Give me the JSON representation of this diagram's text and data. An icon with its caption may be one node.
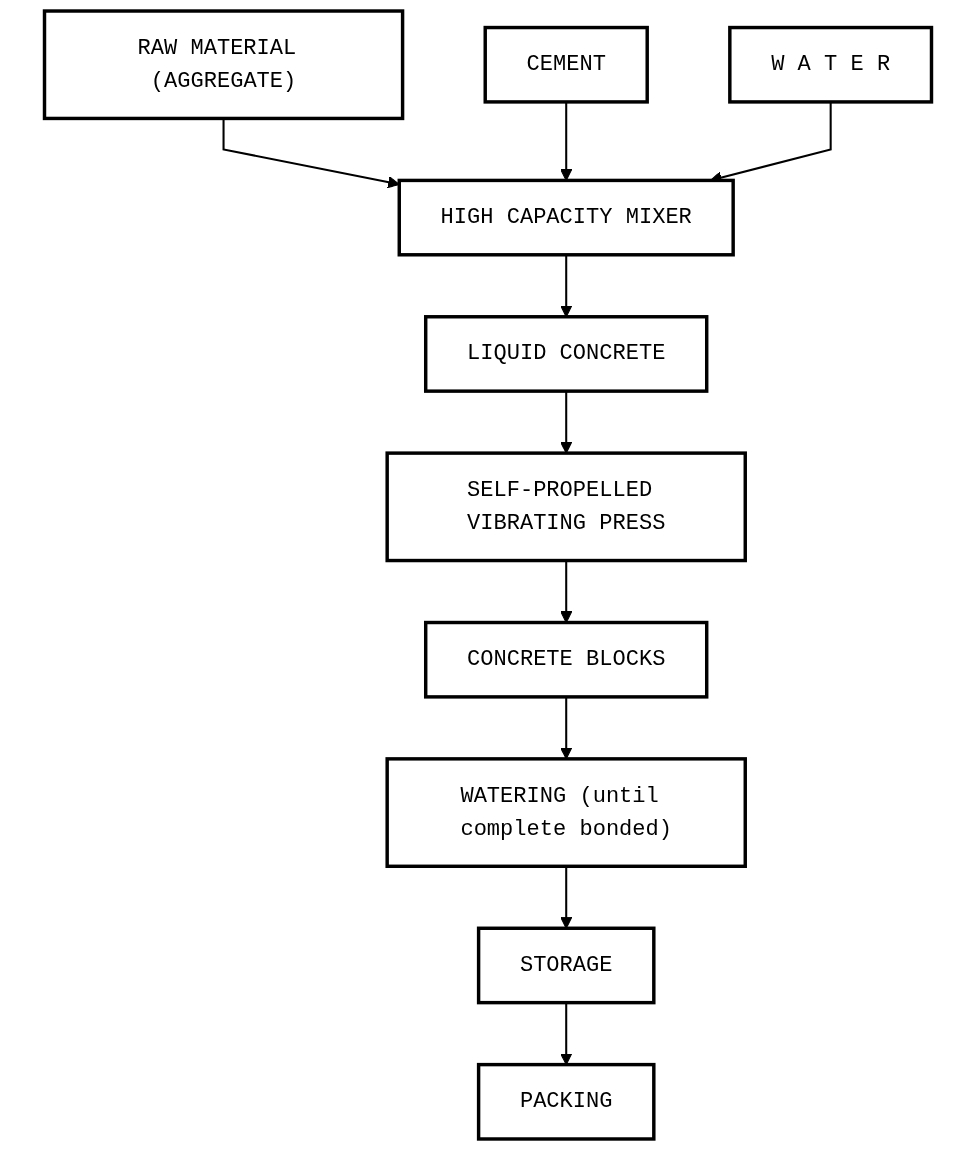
{
  "diagram": {
    "nodes": [
      {
        "text": [
          "RAW MATERIAL (AGGREGATE)"
        ]
      },
      {
        "text": [
          "CEMENT"
        ]
      },
      {
        "text": [
          "HIGH CAPACITY MIXER"
        ]
      },
      {
        "text": [
          "W A T E R"
        ]
      },
      {
        "text": [
          "LIQUID CONCRETE"
        ]
      },
      {
        "text": [
          "SELF-PROPELLED VIBRATING PRESS"
        ]
      },
      {
        "text": [
          "CONCRETE BLOCKS"
        ]
      },
      {
        "text": [
          "WATERING (until complete bonded)"
        ]
      },
      {
        "text": [
          "STORAGE"
        ]
      },
      {
        "text": [
          "PACKING"
        ]
      }
    ],
    "edges": [
      {
        "from": 0,
        "to": 2,
        "arrow": "to"
      },
      {
        "from": 1,
        "to": 2,
        "arrow": "to"
      },
      {
        "from": 3,
        "to": 2,
        "arrow": "to"
      },
      {
        "from": 2,
        "to": 4,
        "arrow": "to"
      },
      {
        "from": 4,
        "to": 5,
        "arrow": "to"
      },
      {
        "from": 5,
        "to": 6,
        "arrow": "to"
      },
      {
        "from": 6,
        "to": 7,
        "arrow": "to"
      },
      {
        "from": 7,
        "to": 8,
        "arrow": "to"
      },
      {
        "from": 8,
        "to": 9,
        "arrow": "to"
      }
    ]
  }
}
